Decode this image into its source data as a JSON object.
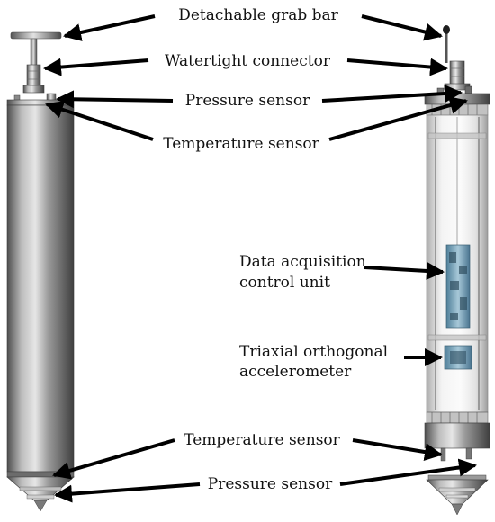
{
  "labels": {
    "grab_bar": "Detachable grab bar",
    "watertight_connector": "Watertight connector",
    "pressure_sensor_top": "Pressure sensor",
    "temperature_sensor_top": "Temperature sensor",
    "data_acquisition_line1": "Data acquisition",
    "data_acquisition_line2": "control unit",
    "accelerometer_line1": "Triaxial orthogonal",
    "accelerometer_line2": "accelerometer",
    "temperature_sensor_bottom": "Temperature sensor",
    "pressure_sensor_bottom": "Pressure sensor"
  },
  "colors": {
    "arrow": "#000000",
    "steel_dark": "#5d5d5d",
    "steel_light": "#d4d4d4",
    "electronics": "#6f9fb8"
  }
}
